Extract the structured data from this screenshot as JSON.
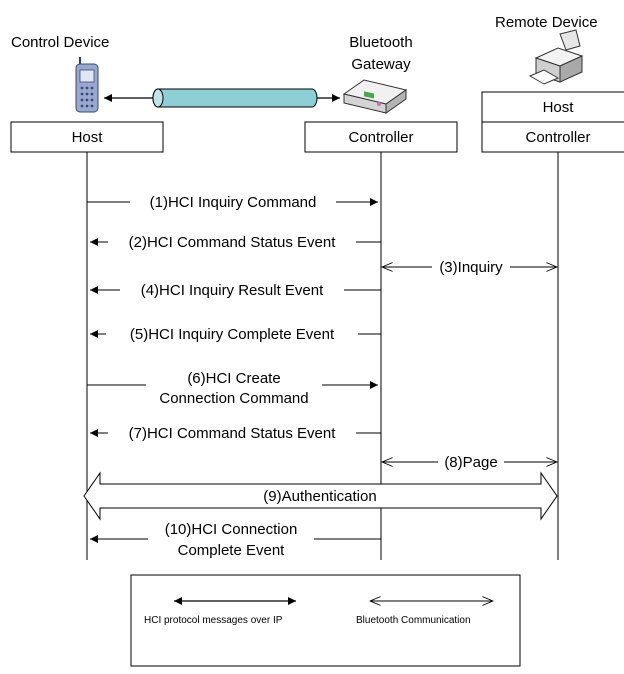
{
  "diagram": {
    "nodes": {
      "control_device": {
        "label": "Control Device"
      },
      "gateway": {
        "label_line1": "Bluetooth",
        "label_line2": "Gateway"
      },
      "remote_device": {
        "label": "Remote Device"
      }
    },
    "boxes": {
      "host_left": "Host",
      "controller_mid": "Controller",
      "host_right": "Host",
      "controller_right": "Controller"
    },
    "messages": [
      {
        "id": "m1",
        "label": "(1)HCI Inquiry Command",
        "type": "ip",
        "from": "host",
        "to": "gateway"
      },
      {
        "id": "m2",
        "label": "(2)HCI Command Status Event",
        "type": "ip",
        "from": "gateway",
        "to": "host"
      },
      {
        "id": "m3",
        "label": "(3)Inquiry",
        "type": "bluetooth",
        "from": "gateway",
        "to": "remote"
      },
      {
        "id": "m4",
        "label": "(4)HCI Inquiry Result Event",
        "type": "ip",
        "from": "gateway",
        "to": "host"
      },
      {
        "id": "m5",
        "label": "(5)HCI Inquiry Complete Event",
        "type": "ip",
        "from": "gateway",
        "to": "host"
      },
      {
        "id": "m6",
        "label_line1": "(6)HCI Create",
        "label_line2": "Connection Command",
        "type": "ip",
        "from": "host",
        "to": "gateway"
      },
      {
        "id": "m7",
        "label": "(7)HCI Command Status Event",
        "type": "ip",
        "from": "gateway",
        "to": "host"
      },
      {
        "id": "m8",
        "label": "(8)Page",
        "type": "bluetooth",
        "from": "gateway",
        "to": "remote"
      },
      {
        "id": "m9",
        "label": "(9)Authentication",
        "type": "span",
        "from": "host",
        "to": "remote"
      },
      {
        "id": "m10",
        "label_line1": "(10)HCI Connection",
        "label_line2": "Complete Event",
        "type": "ip",
        "from": "gateway",
        "to": "host"
      }
    ],
    "legend": {
      "ip_label": "HCI protocol messages over IP",
      "bt_label": "Bluetooth Communication"
    },
    "icons": [
      "mobile-phone-icon",
      "gateway-router-icon",
      "printer-icon"
    ],
    "colors": {
      "tunnel": "#8ecfd6",
      "gateway_accent": "#4aa64a",
      "gateway_port": "#c070c0"
    }
  }
}
